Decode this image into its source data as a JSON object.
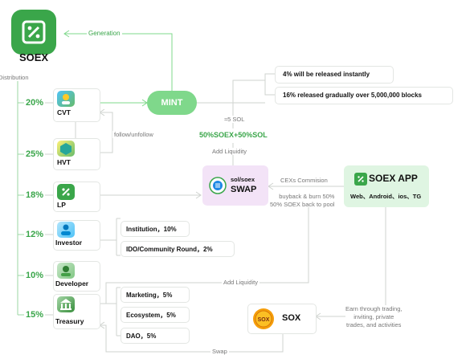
{
  "soex": {
    "name": "SOEX"
  },
  "edges": {
    "generation": "Generation",
    "distribution": "Distribution",
    "follow": "follow/unfollow",
    "sol": "≈5 SOL",
    "add_liquidity_top": "Add Liquidity",
    "cex": "CEXs Commision",
    "buyback": "buyback & burn 50%\n50% SOEX back to pool",
    "add_liquidity_bottom": "Add Liquidity",
    "swap": "Swap",
    "earn": "Earn through trading,\ninviting, private\ntrades, and activities"
  },
  "mint": {
    "label": "MINT",
    "release": [
      "4% will be released instantly",
      "16% released gradually over 5,000,000 blocks"
    ],
    "pool_label": "50%SOEX+50%SOL"
  },
  "allocations": [
    {
      "pct": "20%",
      "name": "CVT",
      "icon": "cvt-icon"
    },
    {
      "pct": "25%",
      "name": "HVT",
      "icon": "hvt-icon"
    },
    {
      "pct": "18%",
      "name": "LP",
      "icon": "lp-icon"
    },
    {
      "pct": "12%",
      "name": "Investor",
      "icon": "investor-icon"
    },
    {
      "pct": "10%",
      "name": "Developer",
      "icon": "developer-icon"
    },
    {
      "pct": "15%",
      "name": "Treasury",
      "icon": "treasury-icon"
    }
  ],
  "investor_items": [
    "Institution，10%",
    "IDO/Community Round，2%"
  ],
  "treasury_items": [
    "Marketing，5%",
    "Ecosystem，5%",
    "DAO，5%"
  ],
  "swap": {
    "pair": "sol/soex",
    "name": "SWAP"
  },
  "app": {
    "name": "SOEX APP",
    "platforms": "Web、Android、ios、TG"
  },
  "sox": {
    "name": "SOX"
  },
  "colors": {
    "green": "#3aa64a",
    "mint": "#7fd88b",
    "swap_bg": "#f3e3f7",
    "app_bg": "#dff5e2"
  }
}
